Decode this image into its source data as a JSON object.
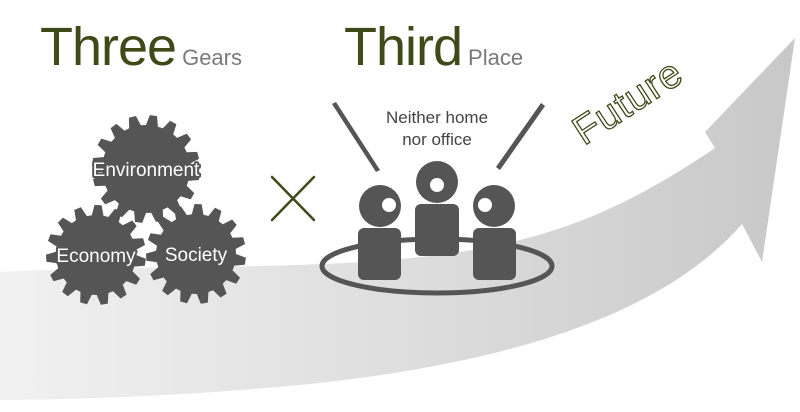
{
  "colors": {
    "accent_green": "#3e4a18",
    "gray_text": "#7a7a7a",
    "dark_gray": "#555555",
    "arrow_light": "#e8e8e8",
    "arrow_dark": "#c9c9c9"
  },
  "headings": {
    "three": {
      "big": "Three",
      "small": "Gears"
    },
    "third": {
      "big": "Third",
      "small": "Place"
    }
  },
  "gears": {
    "top": "Environment",
    "left": "Economy",
    "right": "Society"
  },
  "operator_symbol": "×",
  "third_place": {
    "caption_line1": "Neither home",
    "caption_line2": "nor office"
  },
  "arrow_label": "Future",
  "icons": [
    "gear-icon",
    "multiply-icon",
    "person-icon",
    "round-table-icon",
    "arrow-icon"
  ]
}
